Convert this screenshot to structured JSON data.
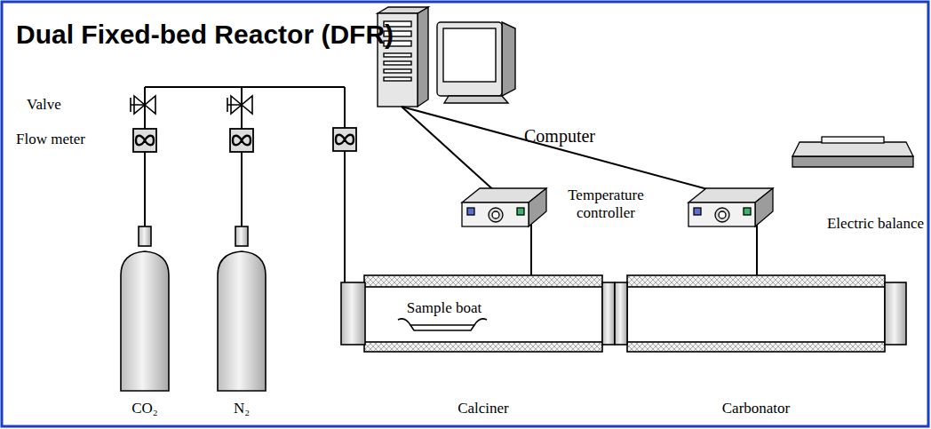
{
  "diagram": {
    "title": "Dual Fixed-bed Reactor (DFR)",
    "labels": [
      "Valve",
      "Flow meter",
      "Computer",
      "Temperature controller",
      "Electric balance",
      "Sample boat",
      "Calciner",
      "Carbonator",
      "CO₂",
      "N₂"
    ]
  }
}
